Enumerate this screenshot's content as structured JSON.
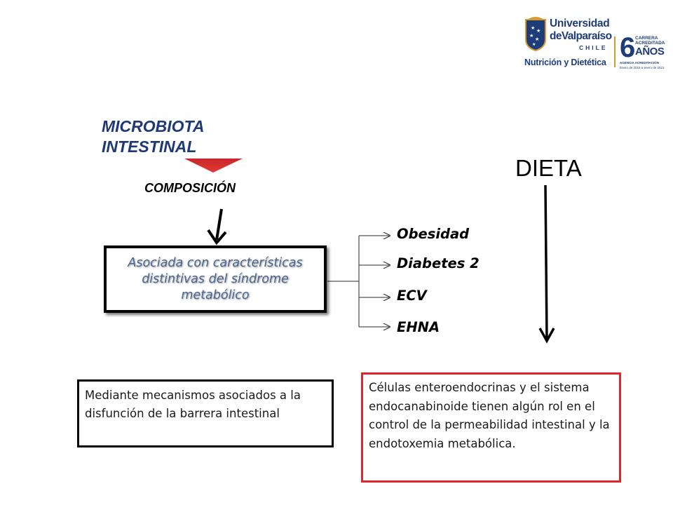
{
  "logo": {
    "line1": "Universidad",
    "line2": "deValparaíso",
    "line3": "CHILE",
    "line4": "Nutrición y Dietética",
    "six": "6",
    "carrera": "CARRERA",
    "acreditada": "ACREDITADA",
    "anos": "AÑOS",
    "agencia": "AGENCIA ACREDITACIÓN",
    "fecha": "Enero de 2015 a enero de 2021"
  },
  "diagram": {
    "title_line1": "MICROBIOTA",
    "title_line2": "INTESTINAL",
    "composicion": "COMPOSICIÓN",
    "dieta": "DIETA",
    "assoc_text": "Asociada con características distintivas del síndrome metabólico",
    "outcomes": [
      "Obesidad",
      "Diabetes 2",
      "ECV",
      "EHNA"
    ],
    "mechanism_text": "Mediante mecanismos asociados a la disfunción de la barrera intestinal",
    "cells_text": "Células enteroendocrinas y el sistema endocanabinoide tienen algún rol en el control de la permeabilidad intestinal y la endotoxemia metabólica."
  },
  "colors": {
    "title_blue": "#1f3877",
    "red_arrow": "#d42a2a",
    "red_border": "#e0262b",
    "assoc_text": "#4a6590",
    "logo_navy": "#1e3d78",
    "logo_gold": "#d79a2e"
  }
}
